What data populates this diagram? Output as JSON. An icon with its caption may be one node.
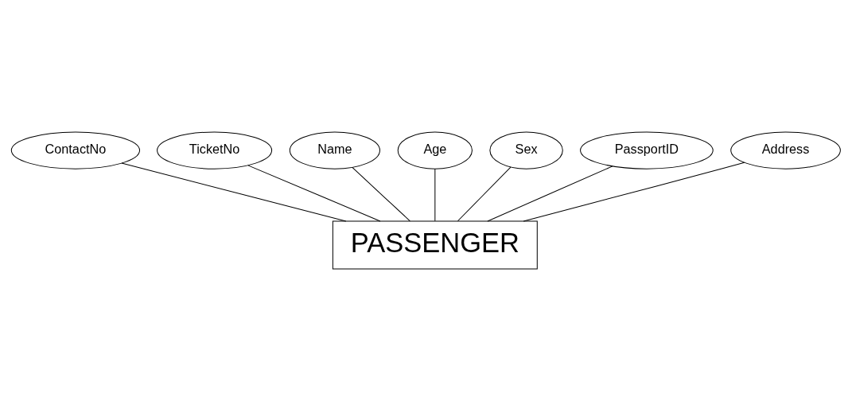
{
  "diagram": {
    "nodes": [
      {
        "text": [
          "ContactNo"
        ]
      },
      {
        "text": [
          "TicketNo"
        ]
      },
      {
        "text": [
          "Name"
        ]
      },
      {
        "text": [
          "Age"
        ]
      },
      {
        "text": [
          "Sex"
        ]
      },
      {
        "text": [
          "PassportID"
        ]
      },
      {
        "text": [
          "Address"
        ]
      },
      {
        "text": [
          "PASSENGER"
        ]
      }
    ],
    "edges": [
      {
        "from": 7,
        "to": 5,
        "arrow": "none"
      },
      {
        "from": 7,
        "to": 1,
        "arrow": "none"
      },
      {
        "from": 7,
        "to": 2,
        "arrow": "none"
      },
      {
        "from": 7,
        "to": 0,
        "arrow": "none"
      },
      {
        "from": 7,
        "to": 3,
        "arrow": "none"
      },
      {
        "from": 7,
        "to": 4,
        "arrow": "none"
      },
      {
        "from": 7,
        "to": 6,
        "arrow": "none"
      }
    ]
  }
}
